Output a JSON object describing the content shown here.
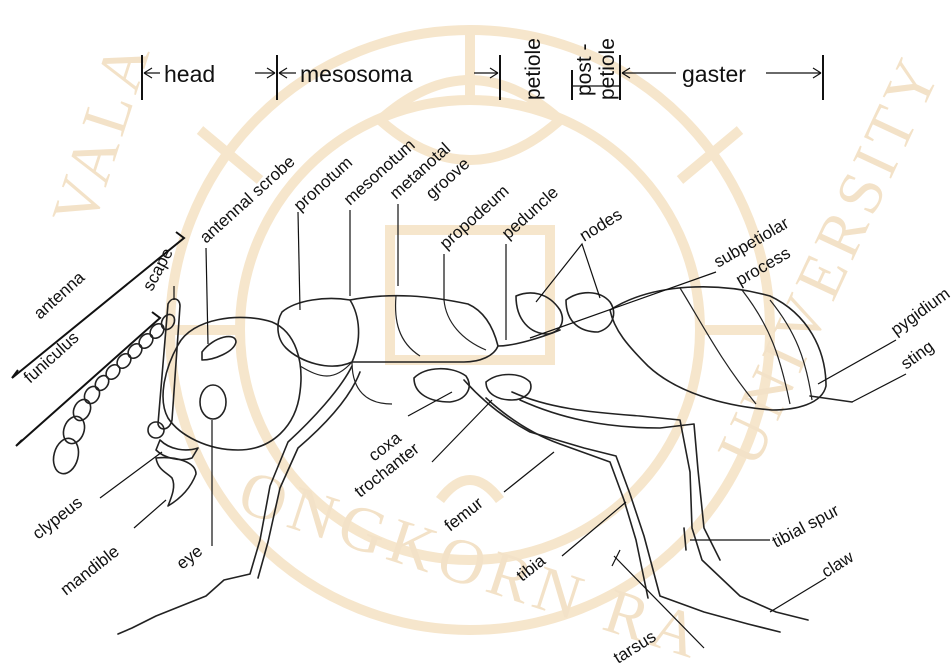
{
  "watermark": {
    "left": "VALA",
    "bottom": "ONGKORN RA",
    "right": "UNIVERSITY"
  },
  "segments": {
    "head": "head",
    "mesosoma": "mesosoma",
    "petiole": "petiole",
    "postpetiole_line1": "post -",
    "postpetiole_line2": "petiole",
    "gaster": "gaster"
  },
  "labels": {
    "antenna": "antenna",
    "funiculus": "funiculus",
    "scape": "scape",
    "antennal_scrobe": "antennal scrobe",
    "pronotum": "pronotum",
    "mesonotum": "mesonotum",
    "metanotal_groove_1": "metanotal",
    "metanotal_groove_2": "groove",
    "propodeum": "propodeum",
    "peduncle": "peduncle",
    "nodes": "nodes",
    "subpetiolar_process_1": "subpetiolar",
    "subpetiolar_process_2": "process",
    "pygidium": "pygidium",
    "sting": "sting",
    "clypeus": "clypeus",
    "mandible": "mandible",
    "eye": "eye",
    "coxa": "coxa",
    "trochanter": "trochanter",
    "femur": "femur",
    "tibia": "tibia",
    "tibial_spur": "tibial spur",
    "claw": "claw",
    "tarsus": "tarsus"
  },
  "colors": {
    "watermark": "#f3e2c8",
    "ink": "#111111",
    "background": "#ffffff"
  }
}
